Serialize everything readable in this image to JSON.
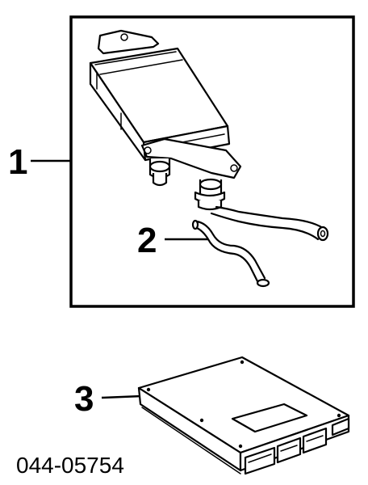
{
  "callouts": [
    {
      "label": "1",
      "part": "canister-assembly"
    },
    {
      "label": "2",
      "part": "vent-hose"
    },
    {
      "label": "3",
      "part": "control-module"
    }
  ],
  "footer": {
    "part_number": "044-05754"
  },
  "colors": {
    "line": "#000000",
    "background": "#ffffff"
  }
}
